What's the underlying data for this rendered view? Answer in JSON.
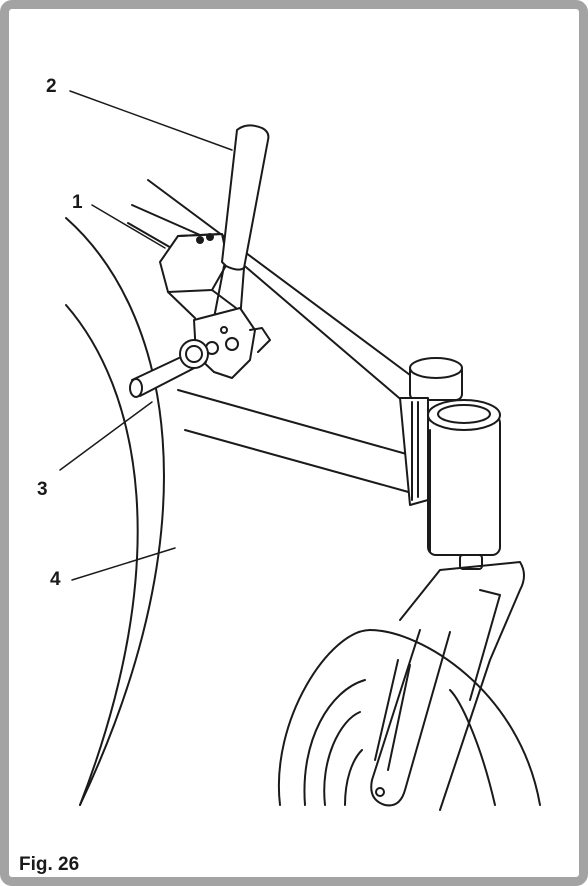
{
  "figure": {
    "caption": "Fig. 26",
    "callouts": [
      "2",
      "1",
      "3",
      "4"
    ]
  },
  "colors": {
    "frame": "#a3a3a3",
    "ink": "#1a1a1a",
    "paper": "#ffffff"
  }
}
